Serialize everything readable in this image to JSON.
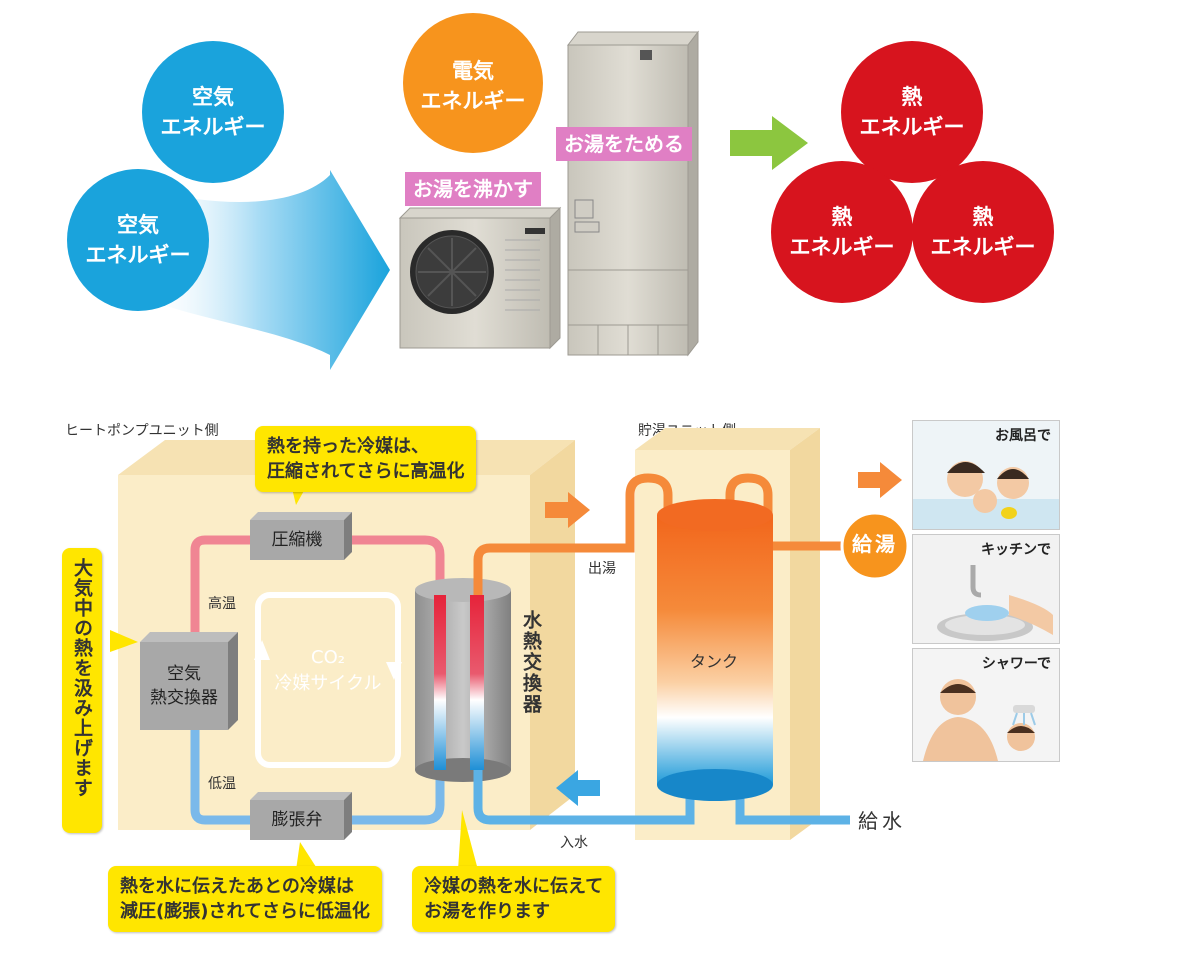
{
  "top": {
    "air_energy_1": "空気\nエネルギー",
    "air_energy_2": "空気\nエネルギー",
    "electric_energy": "電気\nエネルギー",
    "boil_water": "お湯を沸かす",
    "store_water": "お湯をためる",
    "heat_energy_1": "熱\nエネルギー",
    "heat_energy_2": "熱\nエネルギー",
    "heat_energy_3": "熱\nエネルギー"
  },
  "diagram": {
    "heat_pump_side": "ヒートポンプユニット側",
    "storage_side": "貯湯ユニット側",
    "callout_compress": "熱を持った冷媒は、\n圧縮されてさらに高温化",
    "callout_absorb": "大気中の熱を汲み上げます",
    "callout_expand": "熱を水に伝えたあとの冷媒は\n減圧(膨張)されてさらに低温化",
    "callout_transfer": "冷媒の熱を水に伝えて\nお湯を作ります",
    "compressor": "圧縮機",
    "air_heat_exchanger": "空気\n熱交換器",
    "expansion_valve": "膨張弁",
    "high_temp": "高温",
    "low_temp": "低温",
    "co2_cycle_line1": "CO₂",
    "co2_cycle_line2": "冷媒サイクル",
    "water_heat_exchanger": "水熱交換器",
    "hot_out": "出湯",
    "water_in": "入水",
    "tank": "タンク",
    "hot_supply": "給湯",
    "water_supply": "給水"
  },
  "uses": {
    "bath": "お風呂で",
    "kitchen": "キッチンで",
    "shower": "シャワーで"
  },
  "colors": {
    "sky_blue": "#1aa3dc",
    "orange": "#f7941d",
    "red": "#d7141e",
    "green_arrow": "#8cc63f",
    "pink": "#e07fc4",
    "yellow": "#ffe600"
  }
}
